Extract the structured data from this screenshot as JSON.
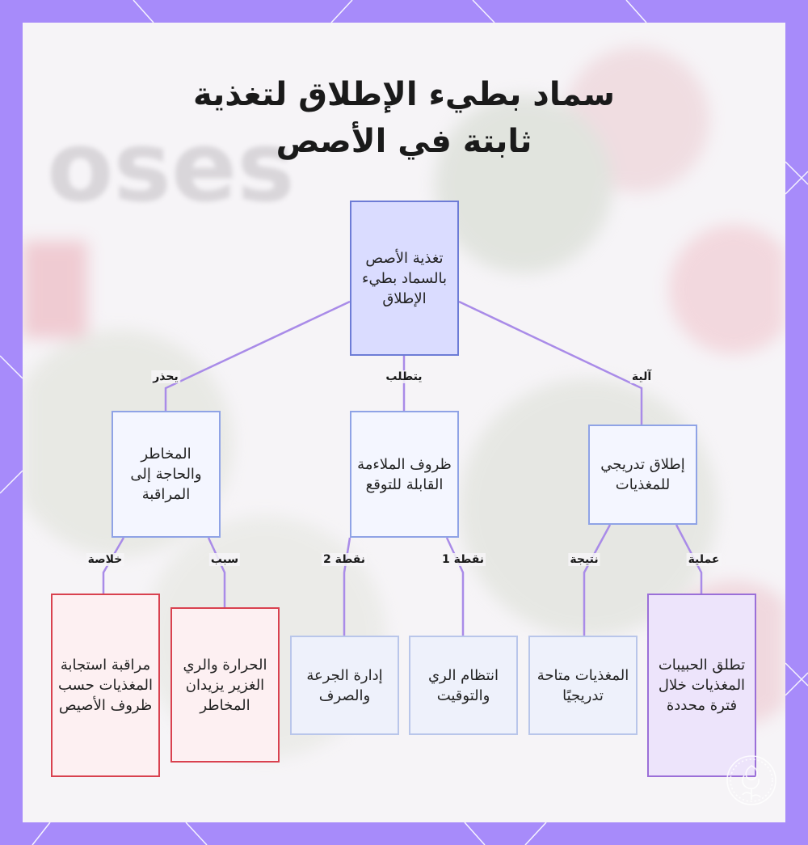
{
  "title": "سماد بطيء الإطلاق لتغذية ثابتة في الأصص",
  "background_word": "oses",
  "colors": {
    "frame": "#a78bfa",
    "root_fill": "#dadcff",
    "edge": "#a98be8",
    "red_border": "#d9414f",
    "purple_border": "#9b6fd8"
  },
  "nodes": {
    "root": "تغذية الأصص بالسماد بطيء الإطلاق",
    "risks": "المخاطر والحاجة إلى المراقبة",
    "conditions": "ظروف الملاءمة القابلة للتوقع",
    "release": "إطلاق تدريجي للمغذيات",
    "monitor": "مراقبة استجابة المغذيات حسب ظروف الأصيص",
    "heat": "الحرارة والري الغزير يزيدان المخاطر",
    "dose": "إدارة الجرعة والصرف",
    "watering": "انتظام الري والتوقيت",
    "available": "المغذيات متاحة تدريجيًا",
    "granules": "تطلق الحبيبات المغذيات خلال فترة محددة"
  },
  "edge_labels": {
    "warns": "يحذر",
    "requires": "يتطلب",
    "mechanism": "آلية",
    "conclusion": "خلاصة",
    "cause": "سبب",
    "point2": "نقطة 2",
    "point1": "نقطة 1",
    "result": "نتيجة",
    "process": "عملية"
  },
  "logo_icon": "rose-seal-icon"
}
